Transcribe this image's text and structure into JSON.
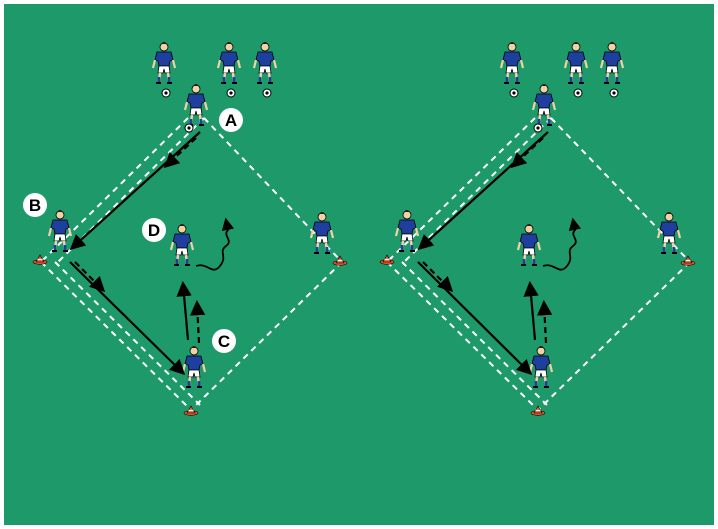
{
  "labels": {
    "a": "A",
    "b": "B",
    "c": "C",
    "d": "D"
  },
  "colors": {
    "pitch": "#1e9a6a",
    "shirt": "#1f3f9e",
    "shorts": "#ffffff",
    "skin": "#f1d2a8",
    "cone": "#e8542a",
    "line": "#ffffff"
  },
  "icons": [
    "player-icon",
    "ball-icon",
    "cone-icon"
  ]
}
